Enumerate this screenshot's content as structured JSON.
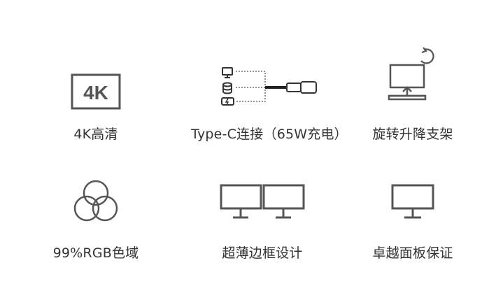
{
  "features": [
    {
      "label": "4K高清",
      "icon_text": "4K",
      "icon": "4k-icon"
    },
    {
      "label": "Type-C连接（65W充电）",
      "icon": "type-c-connection-icon"
    },
    {
      "label": "旋转升降支架",
      "icon": "rotate-lift-stand-icon"
    },
    {
      "label": "99%RGB色域",
      "icon": "rgb-color-gamut-icon"
    },
    {
      "label": "超薄边框设计",
      "icon": "dual-monitor-icon"
    },
    {
      "label": "卓越面板保证",
      "icon": "monitor-icon"
    }
  ],
  "colors": {
    "icon_stroke": "#555555",
    "text": "#333333",
    "background": "#ffffff"
  }
}
